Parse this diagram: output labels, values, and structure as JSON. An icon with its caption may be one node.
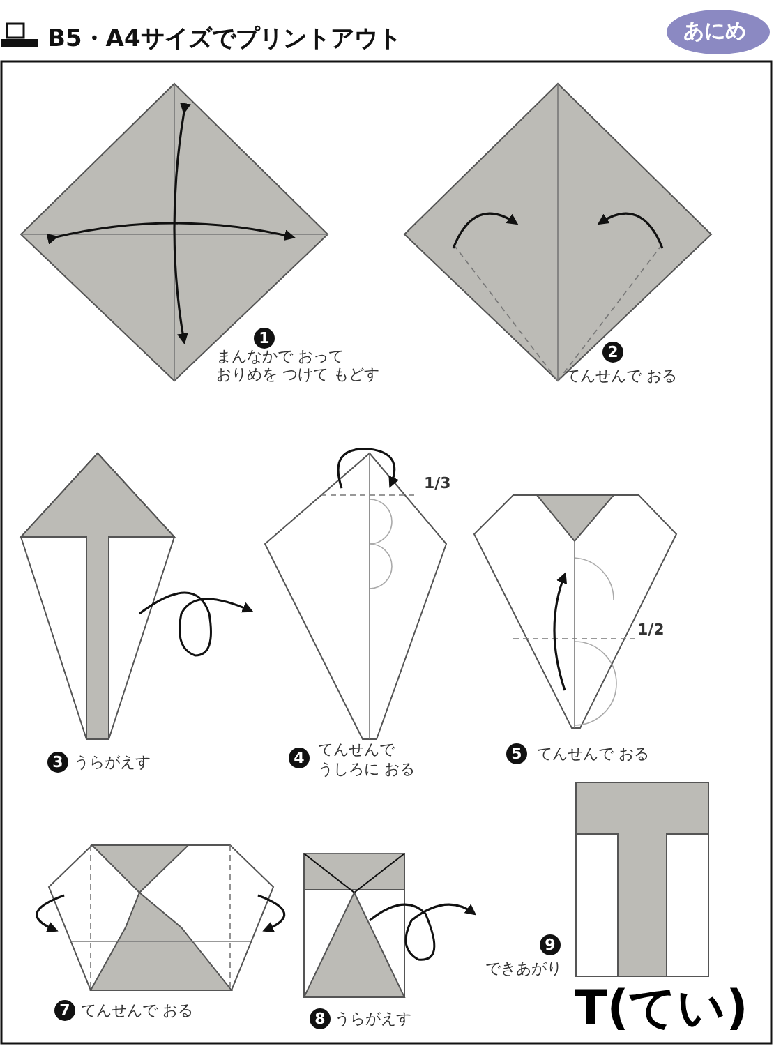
{
  "diagram": {
    "title": "B5・A4サイズでプリントアウト",
    "labels": [
      "あにめ",
      "1",
      "まんなかで おって",
      "おりめを つけて もどす",
      "2",
      "てんせんで おる",
      "1/3",
      "1/2",
      "3",
      "うらがえす",
      "4",
      "てんせんで",
      "うしろに おる",
      "5",
      "てんせんで おる",
      "7",
      "てんせんで おる",
      "8",
      "うらがえす",
      "9",
      "できあがり",
      "T(てい)"
    ]
  }
}
